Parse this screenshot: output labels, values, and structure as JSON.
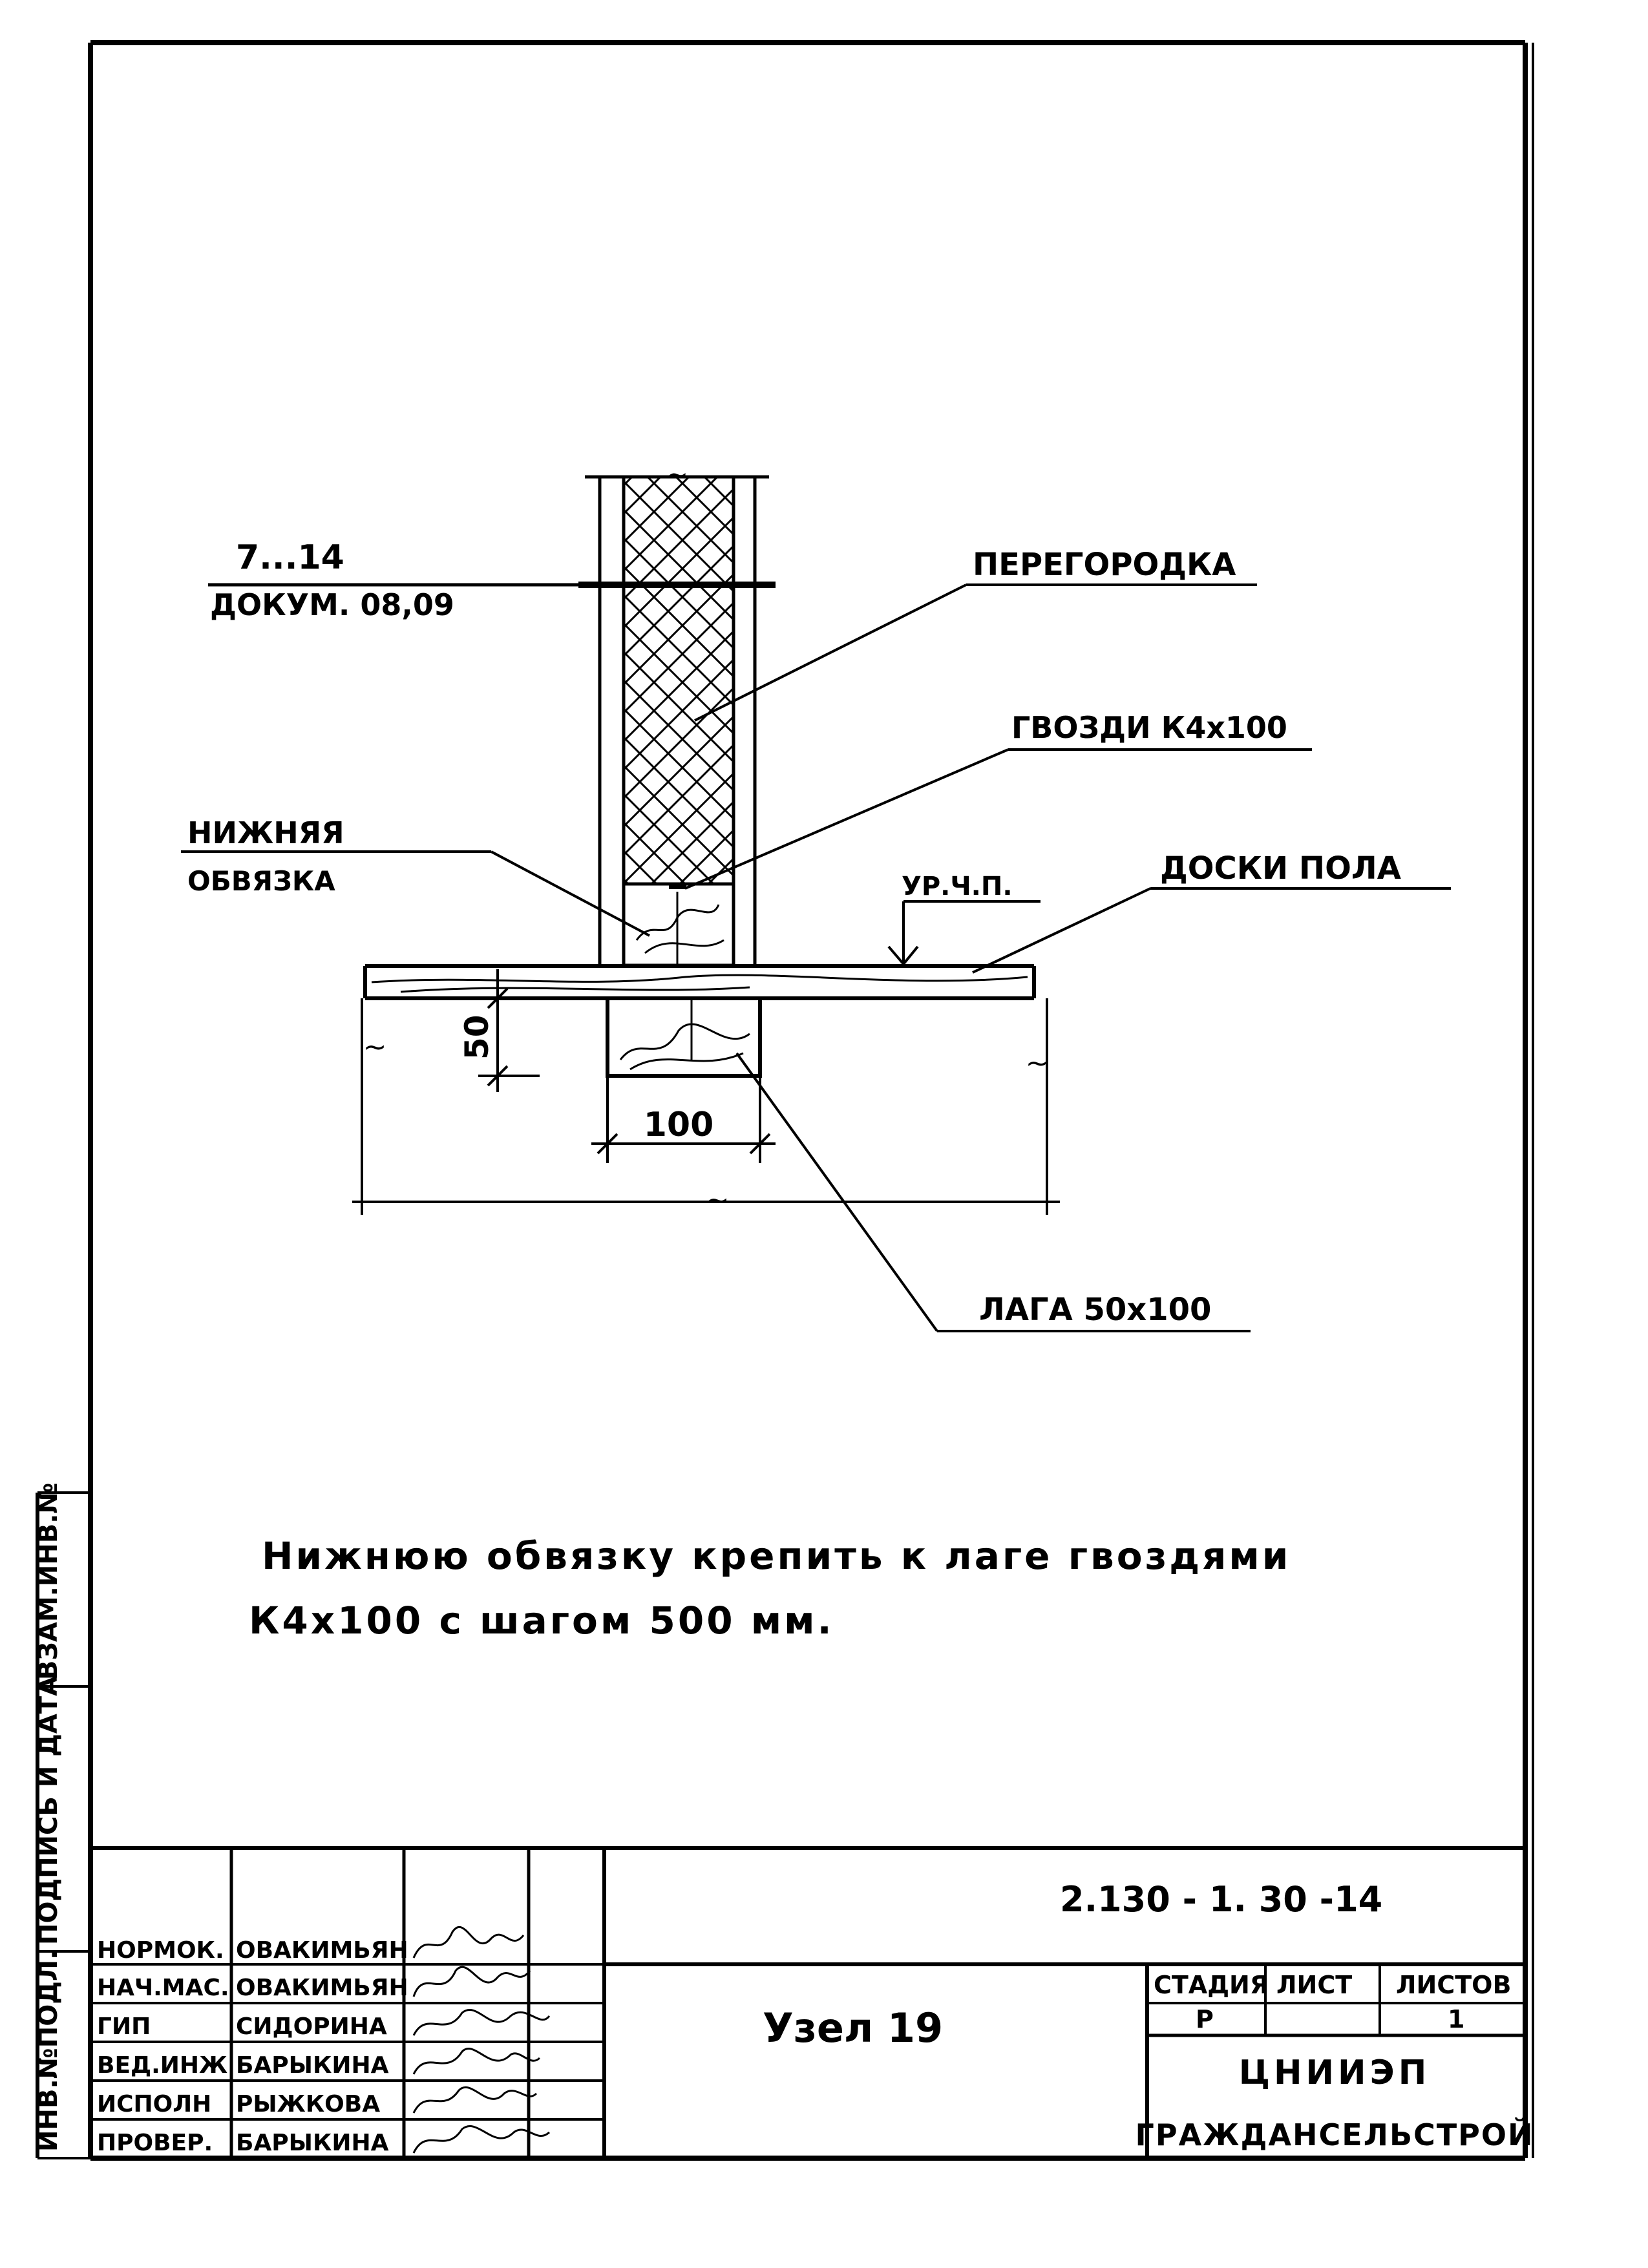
{
  "drawing": {
    "callouts": {
      "ref_range": "7...14",
      "ref_docs": "ДОКУМ. 08,09",
      "partition": "ПЕРЕГОРОДКА",
      "nails": "ГВОЗДИ К4х100",
      "bottom_plate_line1": "НИЖНЯЯ",
      "bottom_plate_line2": "ОБВЯЗКА",
      "floor_level": "УР.Ч.П.",
      "floor_boards": "ДОСКИ ПОЛА",
      "joist": "ЛАГА 50х100"
    },
    "dimensions": {
      "joist_width": "100",
      "board_thickness": "50",
      "break_mark": "~"
    }
  },
  "note": {
    "line1": "Нижнюю обвязку крепить к лаге гвоздями",
    "line2": "К4х100 с шагом 500 мм."
  },
  "side_stamp": {
    "inv_no": "ИНВ.№ПОДЛ.",
    "sign_date": "ПОДПИСЬ И ДАТА",
    "replaces_inv": "ВЗАМ.ИНВ.№"
  },
  "title_block": {
    "doc_code": "2.130 - 1. 30 -14",
    "sheet_title": "Узел 19",
    "stage_header": "СТАДИЯ",
    "sheet_header": "ЛИСТ",
    "sheets_header": "ЛИСТОВ",
    "stage_value": "Р",
    "sheet_value": "",
    "sheets_value": "1",
    "org_line1": "ЦНИИЭП",
    "org_line2": "ГРАЖДАНСЕЛЬСТРОЙ",
    "staff": [
      {
        "role": "НОРМОК.",
        "name": "ОВАКИМЬЯН"
      },
      {
        "role": "НАЧ.МАС.",
        "name": "ОВАКИМЬЯН"
      },
      {
        "role": "ГИП",
        "name": "СИДОРИНА"
      },
      {
        "role": "ВЕД.ИНЖ",
        "name": "БАРЫКИНА"
      },
      {
        "role": "ИСПОЛН",
        "name": "РЫЖКОВА"
      },
      {
        "role": "ПРОВЕР.",
        "name": "БАРЫКИНА"
      }
    ]
  }
}
